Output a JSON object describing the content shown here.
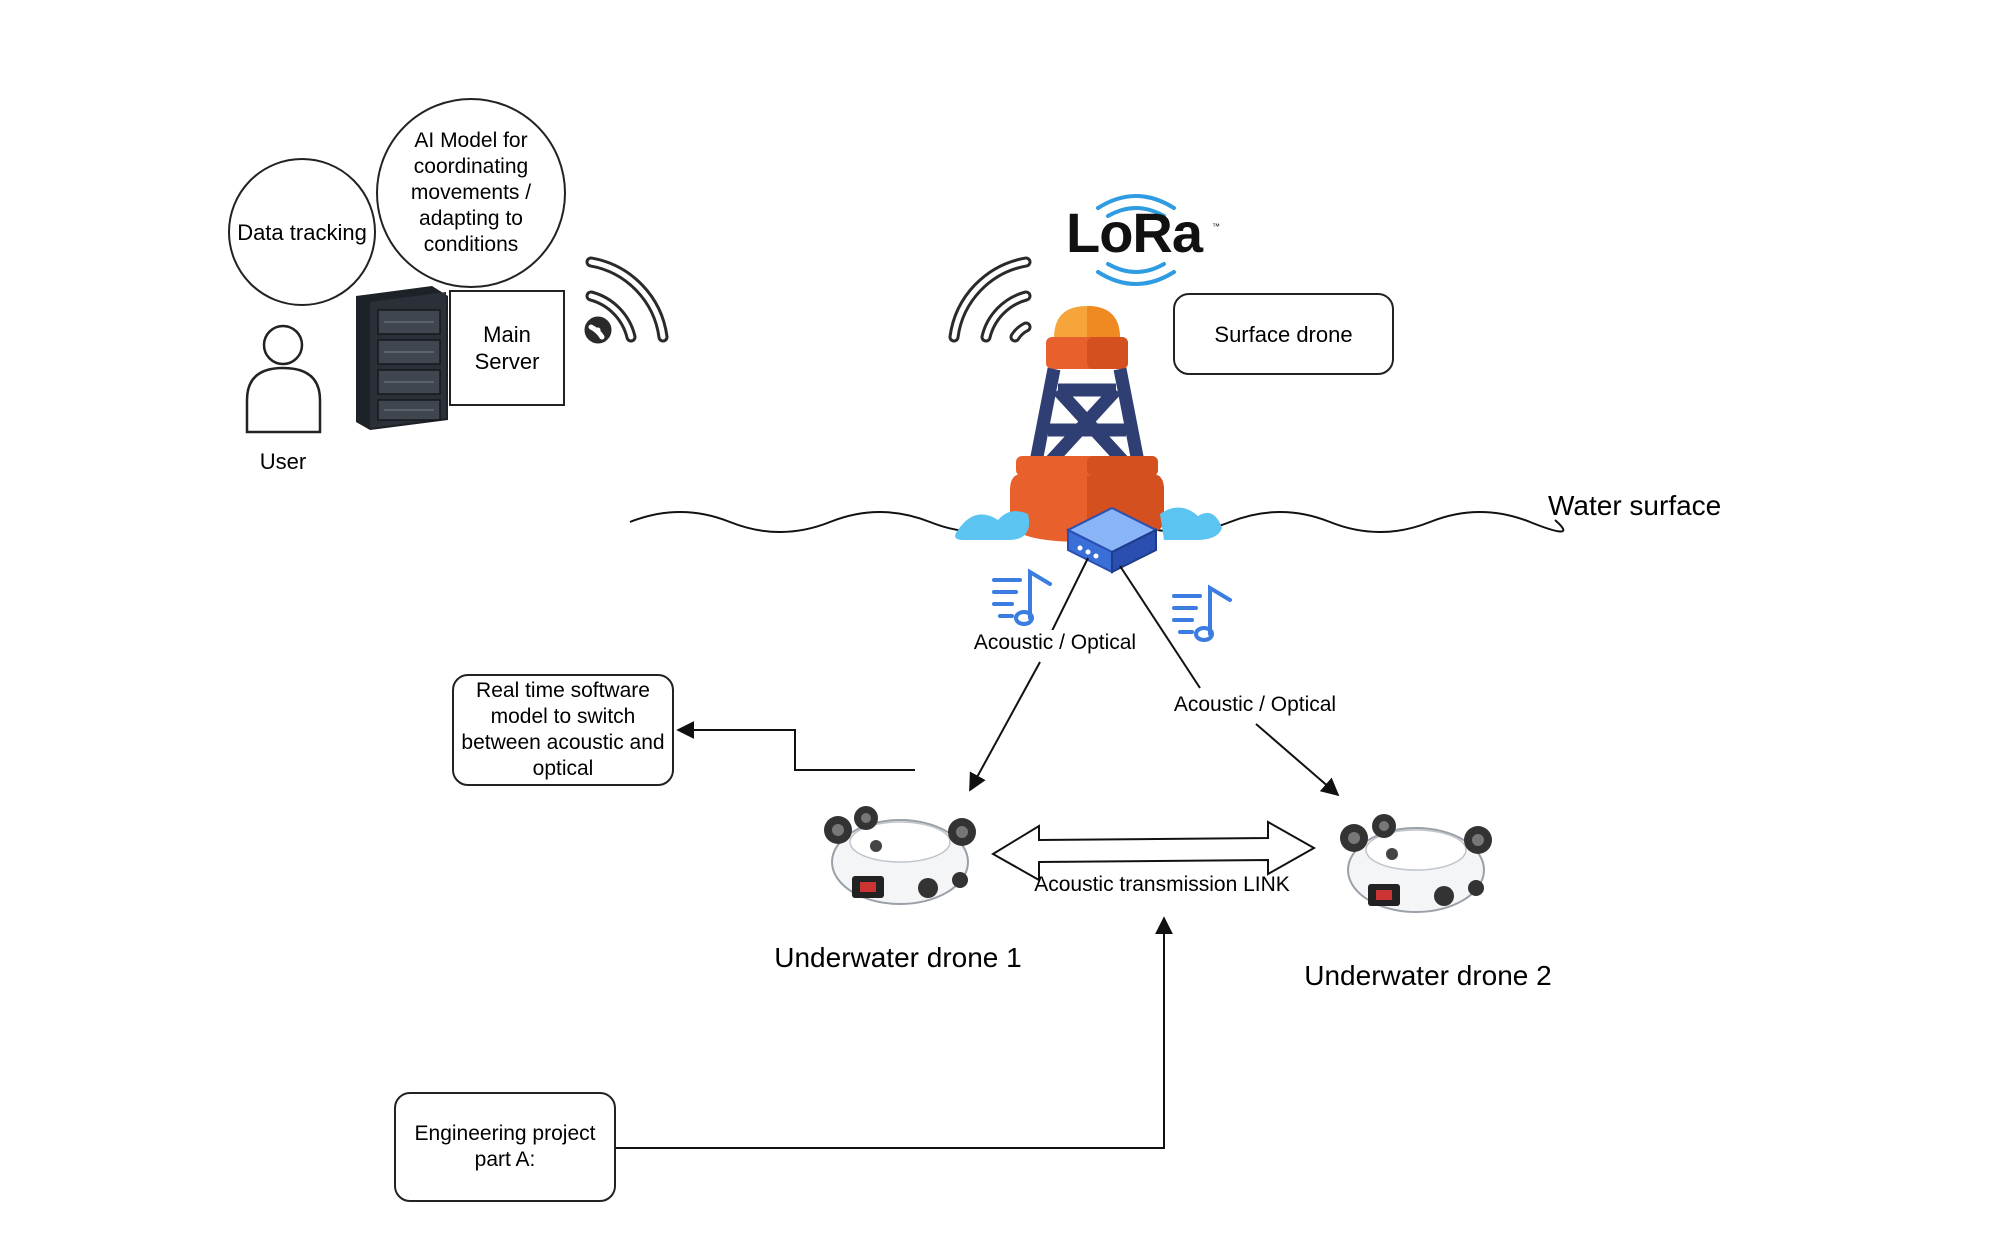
{
  "nodes": {
    "data_tracking": "Data tracking",
    "ai_model": "AI Model for coordinating movements / adapting to conditions",
    "main_server": "Main Server",
    "user": "User",
    "surface_drone": "Surface drone",
    "water_surface": "Water surface",
    "realtime_model": "Real time software model to switch between acoustic and optical",
    "underwater_drone_1": "Underwater drone 1",
    "underwater_drone_2": "Underwater drone 2",
    "engineering_project": "Engineering project part A:"
  },
  "edges": {
    "link_left": "Acoustic / Optical",
    "link_right": "Acoustic / Optical",
    "acoustic_link": "Acoustic transmission LINK"
  },
  "logo": {
    "text": "LoRa",
    "trademark": "™"
  },
  "colors": {
    "buoy_orange": "#e8602c",
    "buoy_navy": "#2f3f73",
    "buoy_light": "#f5a53a",
    "water_blue": "#5bc4f0",
    "router_blue": "#3a6fd8",
    "note_blue": "#3b7de0",
    "server_dark": "#2b3038"
  },
  "icons": [
    "wifi-icon",
    "user-icon",
    "server-rack-icon",
    "buoy-icon",
    "router-icon",
    "music-note-icon",
    "drone-icon",
    "lora-logo"
  ]
}
